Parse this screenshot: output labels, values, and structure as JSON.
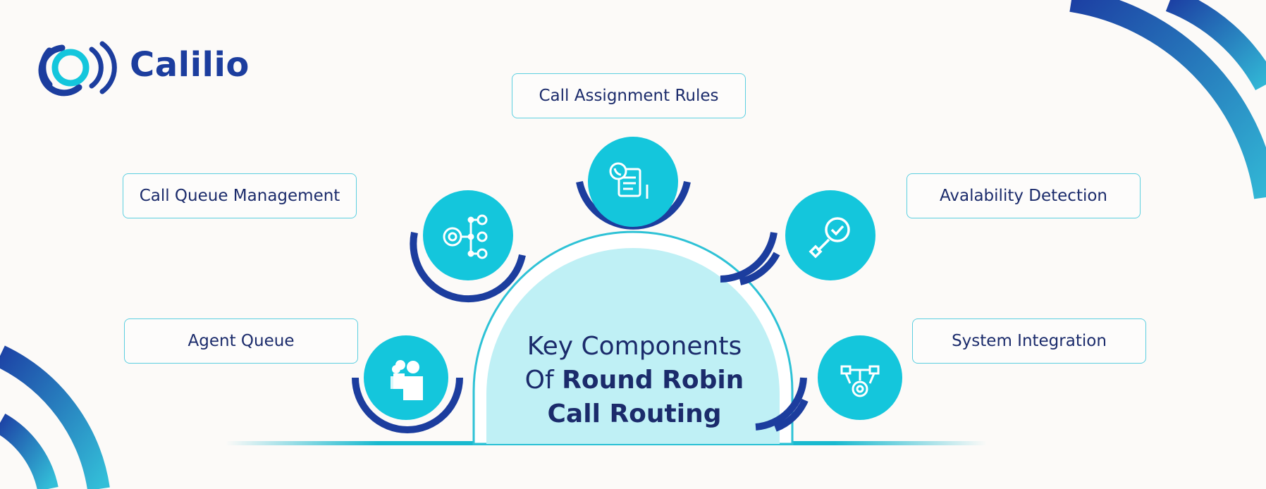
{
  "brand": {
    "name": "Calilio"
  },
  "center": {
    "line1": "Key Components",
    "line2_prefix": "Of ",
    "line2_bold": "Round Robin",
    "line3_bold": "Call Routing"
  },
  "components": {
    "call_assignment_rules": "Call Assignment Rules",
    "call_queue_management": "Call Queue Management",
    "availability_detection": "Avalability Detection",
    "agent_queue": "Agent Queue",
    "system_integration": "System Integration"
  },
  "icons": {
    "call_assignment_rules": "phone-document-icon",
    "call_queue_management": "gear-clock-agents-icon",
    "availability_detection": "magnifier-check-icon",
    "agent_queue": "people-group-icon",
    "system_integration": "gear-network-icon"
  },
  "colors": {
    "accent_cyan": "#14c6dc",
    "dark_blue": "#1c3d9e",
    "text_navy": "#1b2b6b",
    "center_fill": "#bff0f5"
  }
}
